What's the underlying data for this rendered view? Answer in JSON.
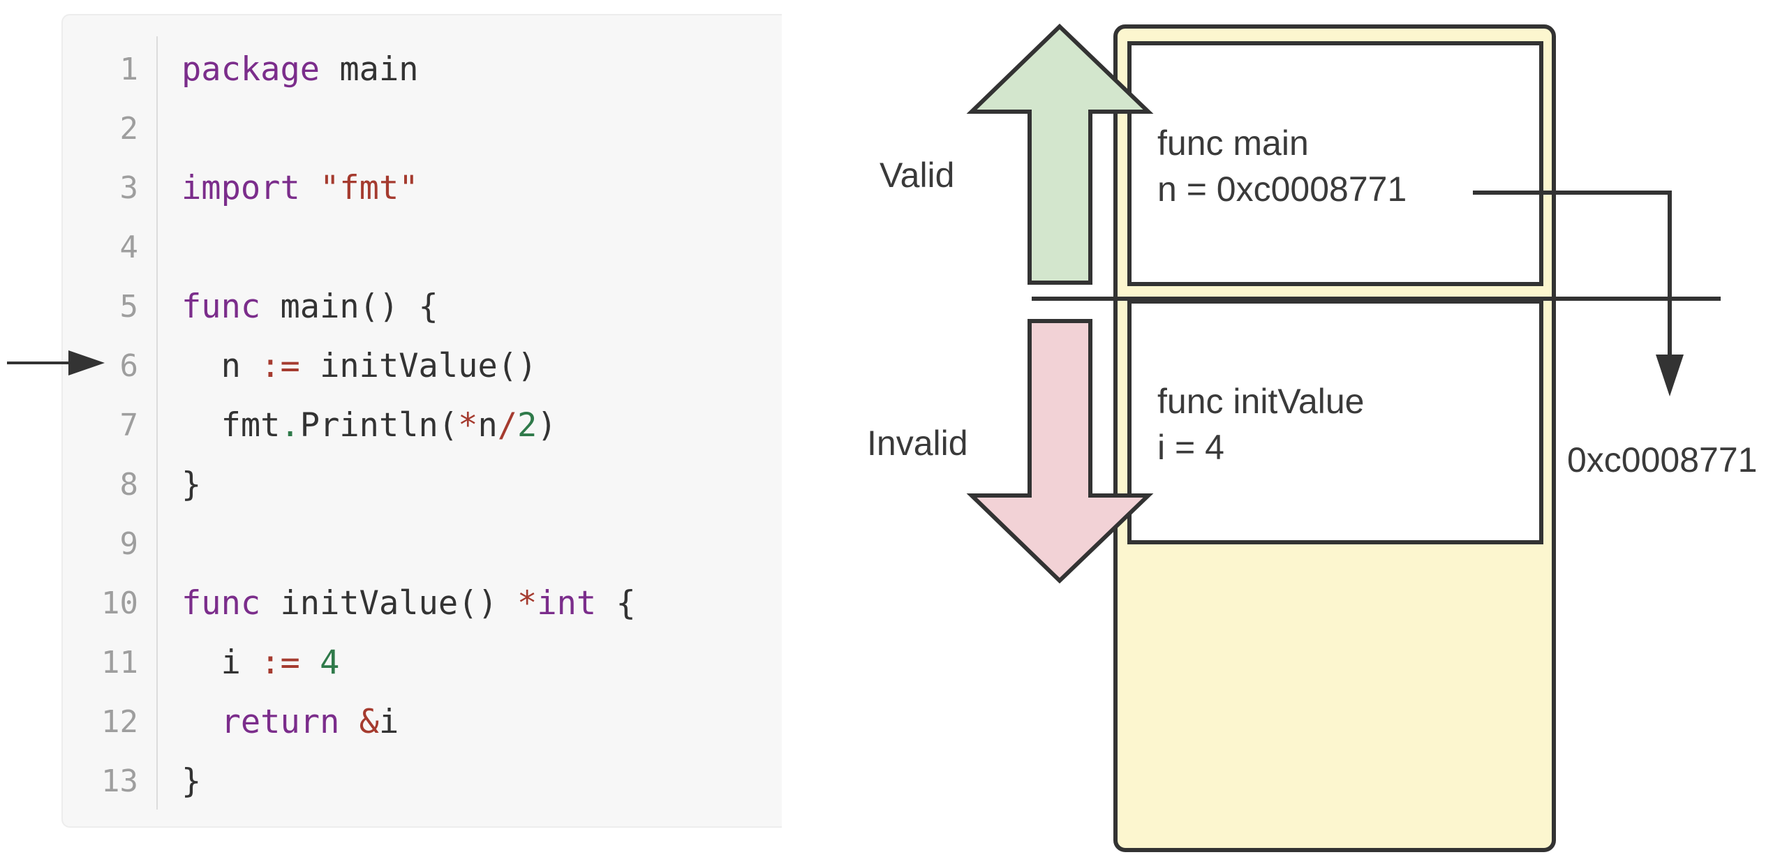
{
  "code": {
    "lines": [
      {
        "num": "1",
        "tokens": [
          {
            "t": "package",
            "c": "keyword"
          },
          {
            "t": " main",
            "c": "plain"
          }
        ]
      },
      {
        "num": "2",
        "tokens": []
      },
      {
        "num": "3",
        "tokens": [
          {
            "t": "import",
            "c": "keyword"
          },
          {
            "t": " ",
            "c": "plain"
          },
          {
            "t": "\"fmt\"",
            "c": "string"
          }
        ]
      },
      {
        "num": "4",
        "tokens": []
      },
      {
        "num": "5",
        "tokens": [
          {
            "t": "func",
            "c": "keyword"
          },
          {
            "t": " main() {",
            "c": "plain"
          }
        ]
      },
      {
        "num": "6",
        "tokens": [
          {
            "t": "  n ",
            "c": "plain"
          },
          {
            "t": ":=",
            "c": "operator"
          },
          {
            "t": " initValue()",
            "c": "plain"
          }
        ]
      },
      {
        "num": "7",
        "tokens": [
          {
            "t": "  fmt",
            "c": "plain"
          },
          {
            "t": ".",
            "c": "punct"
          },
          {
            "t": "Println(",
            "c": "plain"
          },
          {
            "t": "*",
            "c": "operator"
          },
          {
            "t": "n",
            "c": "plain"
          },
          {
            "t": "/",
            "c": "operator"
          },
          {
            "t": "2",
            "c": "number"
          },
          {
            "t": ")",
            "c": "plain"
          }
        ]
      },
      {
        "num": "8",
        "tokens": [
          {
            "t": "}",
            "c": "plain"
          }
        ]
      },
      {
        "num": "9",
        "tokens": []
      },
      {
        "num": "10",
        "tokens": [
          {
            "t": "func",
            "c": "keyword"
          },
          {
            "t": " initValue() ",
            "c": "plain"
          },
          {
            "t": "*",
            "c": "operator"
          },
          {
            "t": "int",
            "c": "keyword"
          },
          {
            "t": " {",
            "c": "plain"
          }
        ]
      },
      {
        "num": "11",
        "tokens": [
          {
            "t": "  i ",
            "c": "plain"
          },
          {
            "t": ":=",
            "c": "operator"
          },
          {
            "t": " ",
            "c": "plain"
          },
          {
            "t": "4",
            "c": "number"
          }
        ]
      },
      {
        "num": "12",
        "tokens": [
          {
            "t": "  ",
            "c": "plain"
          },
          {
            "t": "return",
            "c": "keyword"
          },
          {
            "t": " ",
            "c": "plain"
          },
          {
            "t": "&",
            "c": "operator"
          },
          {
            "t": "i",
            "c": "plain"
          }
        ]
      },
      {
        "num": "13",
        "tokens": [
          {
            "t": "}",
            "c": "plain"
          }
        ]
      }
    ],
    "current_line_marker": "6"
  },
  "diagram": {
    "valid_label": "Valid",
    "invalid_label": "Invalid",
    "main_frame": {
      "title": "func main",
      "var_line": "n =  0xc0008771"
    },
    "init_frame": {
      "title": "func initValue",
      "var_line": "i =  4"
    },
    "pointer_target": "0xc0008771",
    "colors": {
      "stack_fill": "#fcf6cf",
      "valid_arrow": "#d3e6cd",
      "invalid_arrow": "#f2d2d6",
      "stroke": "#333333"
    }
  }
}
